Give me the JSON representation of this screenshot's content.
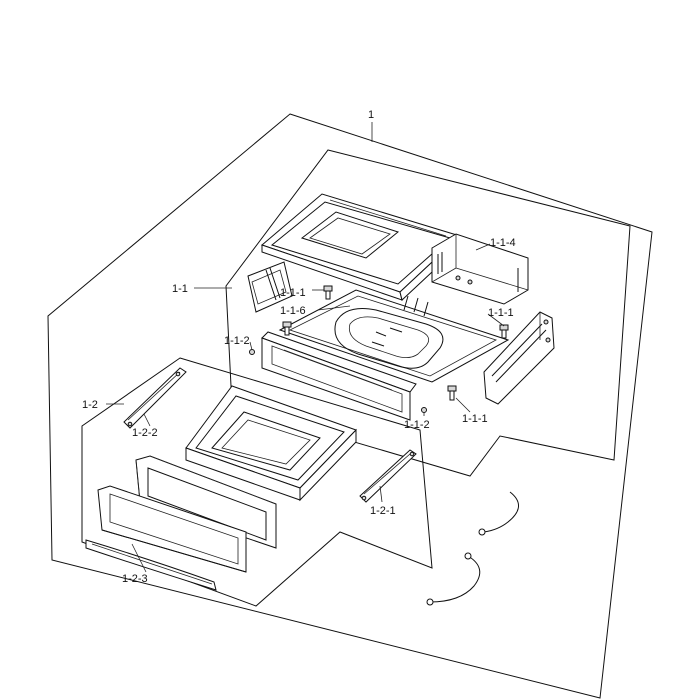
{
  "labels": {
    "assembly": "1",
    "sub_1_1": "1-1",
    "sub_1_1_4": "1-1-4",
    "sub_1_1_1_a": "1-1-1",
    "sub_1_1_6": "1-1-6",
    "sub_1_1_1_b": "1-1-1",
    "sub_1_1_2_a": "1-1-2",
    "sub_1_1_2_b": "1-1-2",
    "sub_1_1_1_c": "1-1-1",
    "sub_1_2": "1-2",
    "sub_1_2_2": "1-2-2",
    "sub_1_2_1": "1-2-1",
    "sub_1_2_3": "1-2-3"
  }
}
